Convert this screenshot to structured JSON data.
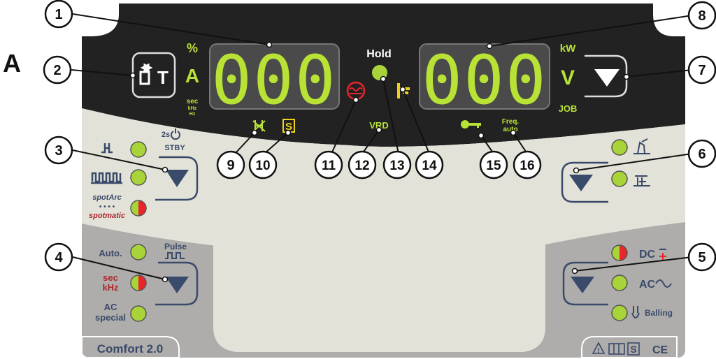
{
  "figure_label": "A",
  "display_left": {
    "digits": "000",
    "units": [
      "%",
      "A"
    ],
    "sub_units": [
      "sec",
      "kHz",
      "Hz"
    ]
  },
  "display_right": {
    "digits": "000",
    "units": [
      "kW",
      "V",
      "JOB"
    ]
  },
  "hold_label": "Hold",
  "vrd_label": "VRD",
  "s_symbol": "S",
  "freq_label": [
    "Freq.",
    "auto"
  ],
  "standby_label": [
    "2s",
    "STBY"
  ],
  "spot_labels": [
    "spotArc",
    "spotmatic"
  ],
  "pulse_label": "Pulse",
  "left_bottom_labels": [
    "Auto.",
    "sec",
    "kHz",
    "AC",
    "special"
  ],
  "right_bottom_labels": [
    "DC",
    "AC",
    "Balling"
  ],
  "model_label": "Comfort 2.0",
  "cert_s": "S",
  "cert_ce": "CE",
  "callouts": [
    "1",
    "2",
    "3",
    "4",
    "5",
    "6",
    "7",
    "8",
    "9",
    "10",
    "11",
    "12",
    "13",
    "14",
    "15",
    "16"
  ],
  "colors": {
    "panel_dark": "#222222",
    "panel_light": "#e3e2d8",
    "panel_gray": "#aeadab",
    "led_green": "#a8d43a",
    "led_red": "#e8262c",
    "digit_green": "#b9e236",
    "label_navy": "#3a4a6b",
    "label_red": "#b0262c",
    "accent_yellow": "#f0d21a"
  }
}
